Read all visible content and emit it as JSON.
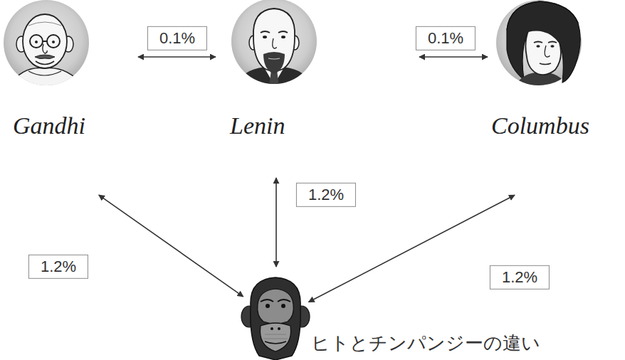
{
  "diagram": {
    "nodes": [
      {
        "text": [
          "Gandhi"
        ]
      },
      {
        "text": [
          "Lenin"
        ]
      },
      {
        "text": [
          "Columbus"
        ]
      },
      {
        "text": [
          "ヒトとチンパンジーの違い"
        ]
      }
    ],
    "edges": [
      {
        "from": 0,
        "to": 1,
        "label": "0.1%",
        "arrow": "both"
      },
      {
        "from": 1,
        "to": 2,
        "label": "0.1%",
        "arrow": "both"
      },
      {
        "from": 0,
        "to": 3,
        "label": "1.2%",
        "arrow": "both"
      },
      {
        "from": 1,
        "to": 3,
        "label": "1.2%",
        "arrow": "both"
      },
      {
        "from": 2,
        "to": 3,
        "label": "1.2%",
        "arrow": "both"
      }
    ]
  }
}
